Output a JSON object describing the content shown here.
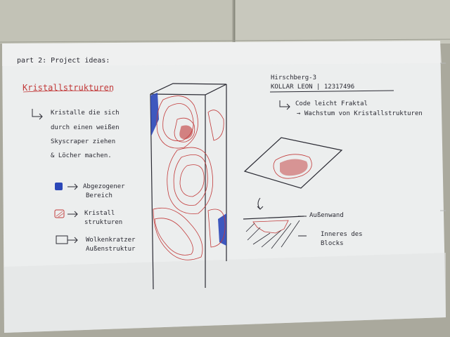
{
  "sheet": {
    "heading": "part 2: Project ideas:",
    "title": "Kristallstrukturen",
    "idea_lines": [
      "Kristalle die sich",
      "durch einen weißen",
      "Skyscraper ziehen",
      "& Löcher machen."
    ],
    "legend": [
      {
        "label_1": "Abgezogener",
        "label_2": "Bereich"
      },
      {
        "label_1": "Kristall",
        "label_2": "strukturen"
      },
      {
        "label_1": "Wolkenkratzer",
        "label_2": "Außenstruktur"
      }
    ],
    "author_line_1": "Hirschberg-3",
    "author_line_2": "KOLLAR LEON | 12317496",
    "notes": [
      "Code leicht Fraktal",
      "→ Wachstum von Kristallstrukturen"
    ],
    "side_labels": {
      "outer_wall": "Außenwand",
      "inner_1": "Inneres des",
      "inner_2": "Blocks"
    }
  },
  "colors": {
    "paper": "#eceeee",
    "ink": "#2a2a33",
    "red_ink": "#c23a3a",
    "blue_marker": "#2b47b8"
  }
}
